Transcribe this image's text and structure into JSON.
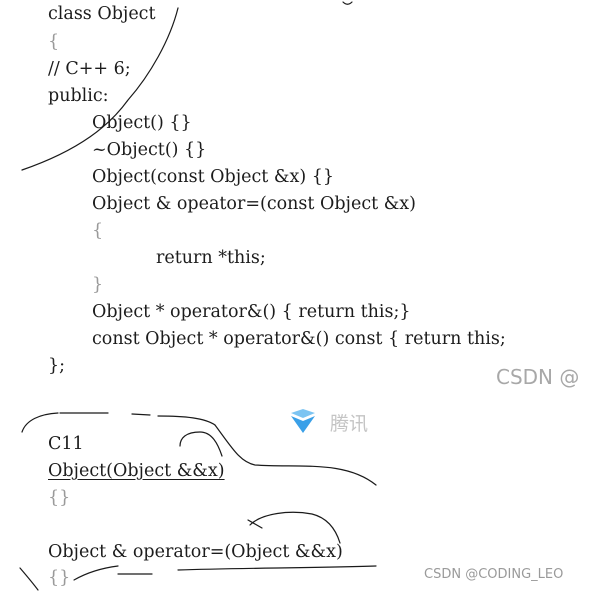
{
  "code": {
    "l1": "class Object",
    "l2": "{",
    "l3": "// C++ 6;",
    "l4": "public:",
    "l5": "Object() {}",
    "l6": "~Object() {}",
    "l7": "Object(const Object &x) {}",
    "l8": "Object & opeator=(const Object &x)",
    "l9": "{",
    "l10": "return *this;",
    "l11": "}",
    "l12": "Object * operator&() { return this;}",
    "l13": "const Object * operator&() const { return this;",
    "l14": "};",
    "l15": "C11",
    "l16": "Object(Object &&x)",
    "l17": "{}",
    "l18": "Object & operator=(Object &&x)",
    "l19": "{}"
  },
  "watermarks": {
    "csdn_mid": "CSDN @",
    "tencent": "腾讯",
    "csdn_bottom": "CSDN @CODING_LEO"
  },
  "colors": {
    "text": "#1c1c1c",
    "watermark": "#a8a8a8",
    "logo_blue": "#3aa0e8"
  }
}
